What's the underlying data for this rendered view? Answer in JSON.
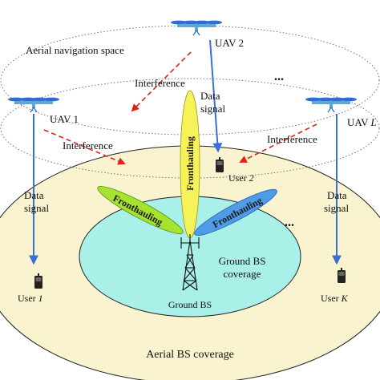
{
  "diagram": {
    "labels": {
      "aerial_navigation_space": "Aerial navigation space",
      "uav2": "UAV 2",
      "uav1": "UAV 1",
      "uavL_prefix": "UAV ",
      "uavL_italic": "L",
      "interference": "Interference",
      "data": "Data",
      "signal": "signal",
      "fronthauling": "Fronthauling",
      "user2_prefix": "User ",
      "user2_italic": "2",
      "user1_prefix": "User ",
      "user1_italic": "1",
      "userK_prefix": "User ",
      "userK_italic": "K",
      "ground_bs_coverage_line1": "Ground BS",
      "ground_bs_coverage_line2": "coverage",
      "ground_bs": "Ground BS",
      "aerial_bs_coverage": "Aerial BS coverage",
      "ellipsis": "..."
    },
    "colors": {
      "aerial_coverage_fill": "#f9f3cf",
      "ground_coverage_fill": "#a9f0e8",
      "uav_blue": "#2a6fd1",
      "data_arrow": "#3a6fd6",
      "interference_arrow": "#e0211a",
      "beam_green": "#a6e22e",
      "beam_yellow": "#f6f25a",
      "beam_blue": "#4f9be6"
    },
    "icons": [
      "uav-icon",
      "phone-icon",
      "tower-icon"
    ]
  }
}
